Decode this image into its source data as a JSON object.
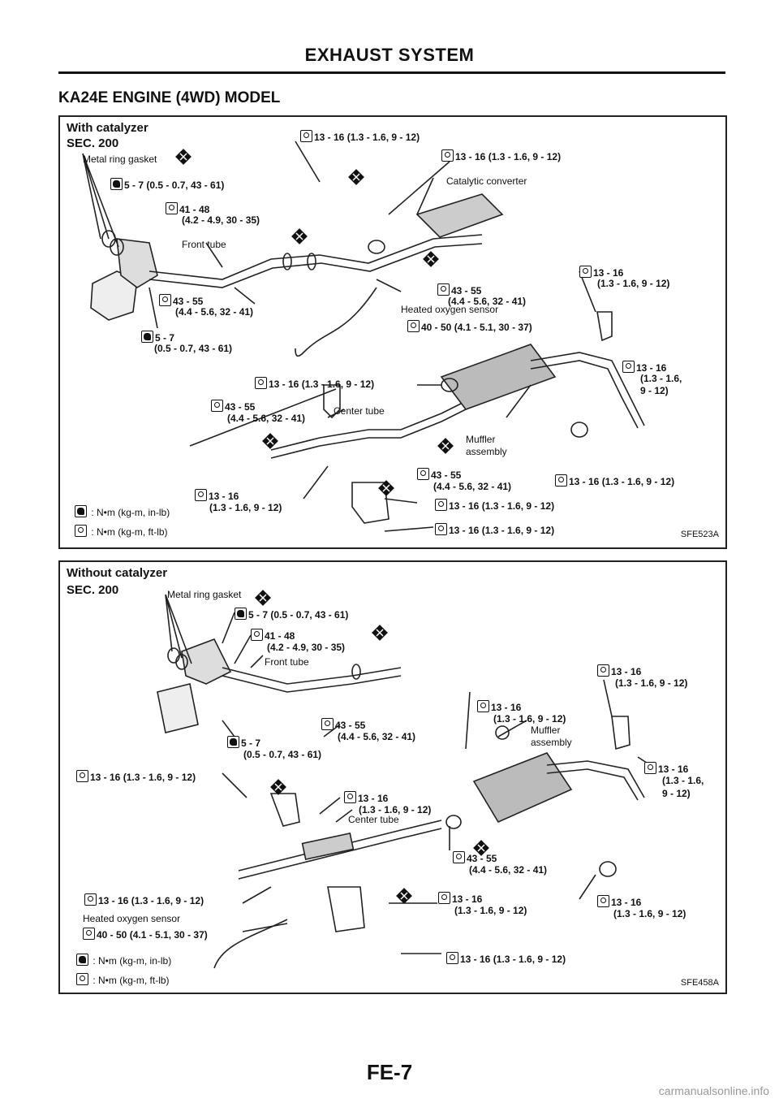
{
  "header": {
    "title": "EXHAUST SYSTEM"
  },
  "section_title": "KA24E ENGINE (4WD) MODEL",
  "icons": {
    "inlb": "wrench-in-lb-icon",
    "ftlb": "wrench-ft-lb-icon",
    "gasket": "x-diamond-icon"
  },
  "fig1": {
    "title": "With catalyzer",
    "sec": "SEC. 200",
    "labels": {
      "metal_ring_gasket": "Metal ring gasket",
      "catalytic_converter": "Catalytic converter",
      "front_tube": "Front tube",
      "heated_oxygen_sensor": "Heated oxygen sensor",
      "center_tube": "Center tube",
      "muffler_1": "Muffler",
      "muffler_2": "assembly"
    },
    "torques": {
      "t1": "13 - 16 (1.3 - 1.6, 9 - 12)",
      "t2": "13 - 16 (1.3 - 1.6, 9 - 12)",
      "t3": "5 - 7 (0.5 - 0.7, 43 - 61)",
      "t4a": "41 - 48",
      "t4b": "(4.2 - 4.9, 30 - 35)",
      "t5a": "13 - 16",
      "t5b": "(1.3 - 1.6, 9 - 12)",
      "t6a": "43 - 55",
      "t6b": "(4.4 - 5.6, 32 - 41)",
      "t7a": "43 - 55",
      "t7b": "(4.4 - 5.6, 32 - 41)",
      "t8": "40 - 50 (4.1 - 5.1, 30 - 37)",
      "t9a": "5 - 7",
      "t9b": "(0.5 - 0.7, 43 - 61)",
      "t10a": "13 - 16",
      "t10b": "(1.3 - 1.6,",
      "t10c": "9 - 12)",
      "t11": "13 - 16 (1.3 - 1.6, 9 - 12)",
      "t12a": "43 - 55",
      "t12b": "(4.4 - 5.6, 32 - 41)",
      "t13a": "43 - 55",
      "t13b": "(4.4 - 5.6, 32 - 41)",
      "t14": "13 - 16 (1.3 - 1.6, 9 - 12)",
      "t15a": "13 - 16",
      "t15b": "(1.3 - 1.6, 9 - 12)",
      "t16": "13 - 16 (1.3 - 1.6, 9 - 12)",
      "t17": "13 - 16 (1.3 - 1.6, 9 - 12)"
    },
    "legend": {
      "inlb": ": N•m (kg-m, in-lb)",
      "ftlb": ": N•m (kg-m, ft-lb)"
    },
    "fig_id": "SFE523A"
  },
  "fig2": {
    "title": "Without catalyzer",
    "sec": "SEC. 200",
    "labels": {
      "metal_ring_gasket": "Metal ring gasket",
      "front_tube": "Front tube",
      "muffler_1": "Muffler",
      "muffler_2": "assembly",
      "center_tube": "Center tube",
      "heated_oxygen_sensor": "Heated oxygen sensor"
    },
    "torques": {
      "t1": "5 - 7 (0.5 - 0.7, 43 - 61)",
      "t2a": "41 - 48",
      "t2b": "(4.2 - 4.9, 30 - 35)",
      "t3a": "13 - 16",
      "t3b": "(1.3 - 1.6, 9 - 12)",
      "t4a": "13 - 16",
      "t4b": "(1.3 - 1.6, 9 - 12)",
      "t5a": "43 - 55",
      "t5b": "(4.4 - 5.6, 32 - 41)",
      "t6a": "5 - 7",
      "t6b": "(0.5 - 0.7, 43 - 61)",
      "t7a": "13 - 16",
      "t7b": "(1.3 - 1.6,",
      "t7c": "9 - 12)",
      "t8": "13 - 16 (1.3 - 1.6, 9 - 12)",
      "t9a": "13 - 16",
      "t9b": "(1.3 - 1.6, 9 - 12)",
      "t10a": "43 - 55",
      "t10b": "(4.4 - 5.6, 32 - 41)",
      "t11": "13 - 16 (1.3 - 1.6, 9 - 12)",
      "t12a": "13 - 16",
      "t12b": "(1.3 - 1.6, 9 - 12)",
      "t13a": "13 - 16",
      "t13b": "(1.3 - 1.6, 9 - 12)",
      "t14": "40 - 50 (4.1 - 5.1, 30 - 37)",
      "t15": "13 - 16 (1.3 - 1.6, 9 - 12)"
    },
    "legend": {
      "inlb": ": N•m (kg-m, in-lb)",
      "ftlb": ": N•m (kg-m, ft-lb)"
    },
    "fig_id": "SFE458A"
  },
  "footer": {
    "page": "FE-7",
    "watermark": "carmanualsonline.info"
  }
}
